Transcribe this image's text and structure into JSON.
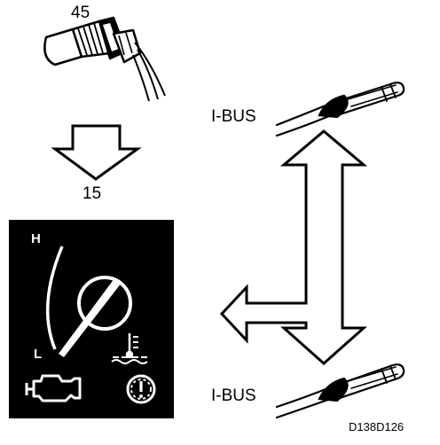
{
  "sensor": {
    "label": "45"
  },
  "panel": {
    "label": "15",
    "gauge_high": "H",
    "gauge_low": "L"
  },
  "bus": {
    "top_label": "I-BUS",
    "bottom_label": "I-BUS"
  },
  "figure_code": "D138D126",
  "icons": {
    "coolant": "coolant-temperature-icon",
    "engine": "check-engine-icon",
    "warning": "gear-warning-icon"
  }
}
